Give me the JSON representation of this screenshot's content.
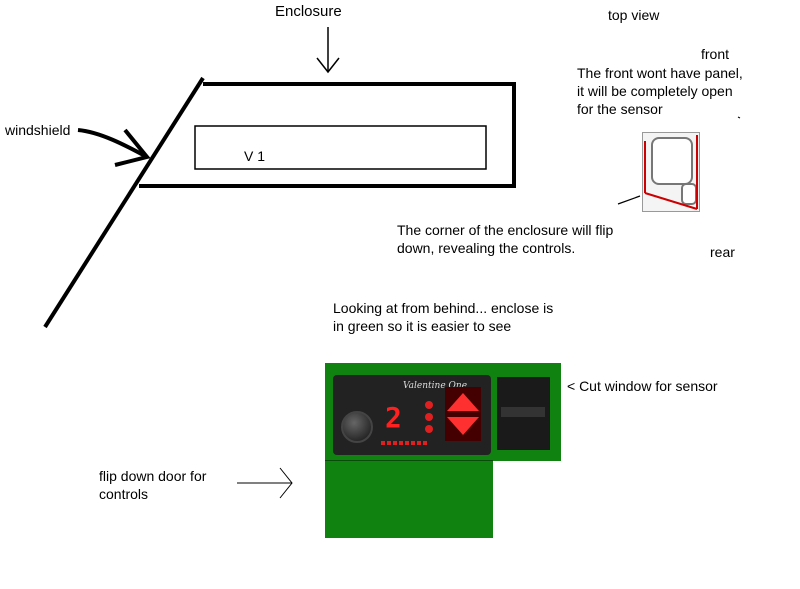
{
  "labels": {
    "enclosure": "Enclosure",
    "top_view": "top view",
    "front": "front",
    "front_note": "The front wont have panel,\nit will be completely open\nfor the sensor",
    "windshield": "windshield",
    "v1": "V 1",
    "corner_note": "The corner of the enclosure will flip\ndown, revealing the controls.",
    "rear": "rear",
    "behind_note": "Looking at from behind... enclose is\nin green so it is easier to see",
    "cut_window": "< Cut window for sensor",
    "flip_door": "flip down door for\ncontrols"
  },
  "device": {
    "brand": "Valentine One",
    "digit": "2"
  },
  "colors": {
    "enclosure_green": "#0f820f",
    "thumb_red": "#cc0000"
  }
}
